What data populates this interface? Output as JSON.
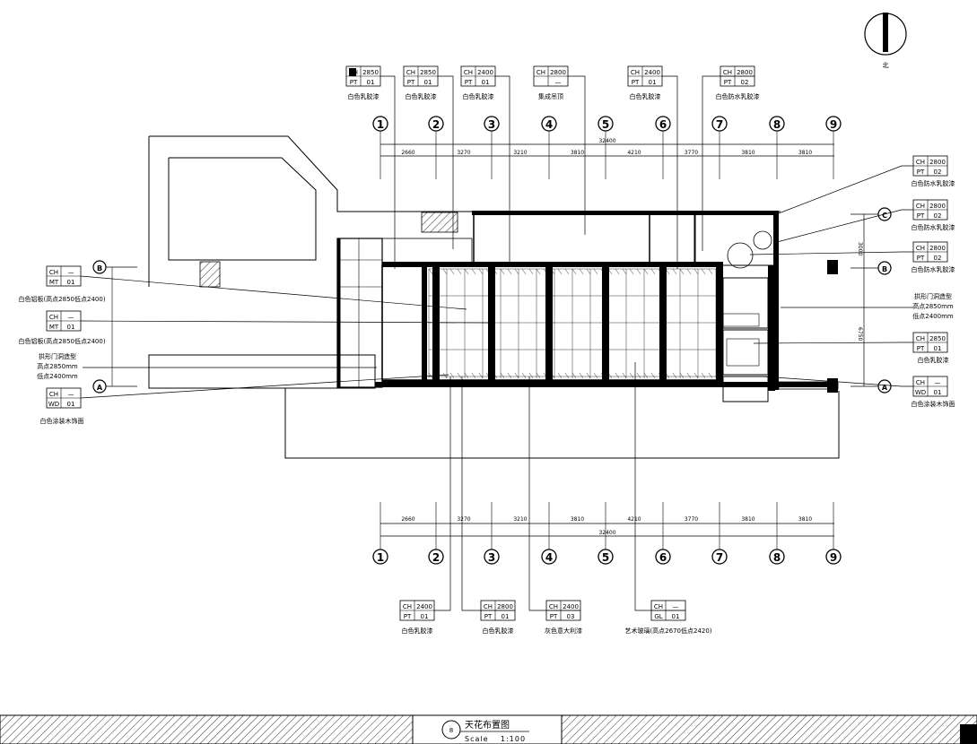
{
  "drawing": {
    "title": "天花布置图",
    "scale_label": "Scale",
    "scale_value": "1:100",
    "sheet_no": "8",
    "north_label": "北",
    "total_dim": "32400"
  },
  "axes_numbers": [
    "1",
    "2",
    "3",
    "4",
    "5",
    "6",
    "7",
    "8",
    "9"
  ],
  "top_dims": [
    "2660",
    "3270",
    "3210",
    "3810",
    "4210",
    "3770",
    "3810",
    "3810"
  ],
  "bottom_dims": [
    "2660",
    "3270",
    "3210",
    "3810",
    "4210",
    "3770",
    "3810",
    "3810"
  ],
  "axes_letters": {
    "upper": "B",
    "lower": "A",
    "right_b": "B",
    "right_a": "A",
    "right_c": "C"
  },
  "right_dim_upper": "3000",
  "right_dim_lower": "6750",
  "tags_top": [
    {
      "a": "CH",
      "b": "2850",
      "c": "PT",
      "d": "01",
      "label": "白色乳胶漆"
    },
    {
      "a": "CH",
      "b": "2850",
      "c": "PT",
      "d": "01",
      "label": "白色乳胶漆"
    },
    {
      "a": "CH",
      "b": "2400",
      "c": "PT",
      "d": "01",
      "label": "白色乳胶漆"
    },
    {
      "a": "CH",
      "b": "2800",
      "c": "",
      "d": "—",
      "label": "集成吊顶"
    },
    {
      "a": "CH",
      "b": "2400",
      "c": "PT",
      "d": "01",
      "label": "白色乳胶漆"
    },
    {
      "a": "CH",
      "b": "2800",
      "c": "PT",
      "d": "02",
      "label": "白色防水乳胶漆"
    }
  ],
  "tags_left": [
    {
      "a": "CH",
      "b": "—",
      "c": "MT",
      "d": "01",
      "label": "白色铝板(高点2850低点2400)"
    },
    {
      "a": "CH",
      "b": "—",
      "c": "MT",
      "d": "01",
      "label": "白色铝板(高点2850低点2400)"
    },
    {
      "a": "CH",
      "b": "—",
      "c": "WD",
      "d": "01",
      "label": "白色涂装木饰面"
    }
  ],
  "note_left": [
    "拱形门洞造型",
    "高点2850mm",
    "低点2400mm"
  ],
  "tags_right": [
    {
      "a": "CH",
      "b": "2800",
      "c": "PT",
      "d": "02",
      "label": "白色防水乳胶漆"
    },
    {
      "a": "CH",
      "b": "2800",
      "c": "PT",
      "d": "02",
      "label": "白色防水乳胶漆"
    },
    {
      "a": "CH",
      "b": "2800",
      "c": "PT",
      "d": "02",
      "label": "白色防水乳胶漆"
    },
    {
      "a": "CH",
      "b": "2850",
      "c": "PT",
      "d": "01",
      "label": "白色乳胶漆"
    },
    {
      "a": "CH",
      "b": "—",
      "c": "WD",
      "d": "01",
      "label": "白色涂装木饰面"
    }
  ],
  "note_right": [
    "拱形门洞造型",
    "高点2850mm",
    "低点2400mm"
  ],
  "tags_bottom": [
    {
      "a": "CH",
      "b": "2400",
      "c": "PT",
      "d": "01",
      "label": "白色乳胶漆"
    },
    {
      "a": "CH",
      "b": "2800",
      "c": "PT",
      "d": "01",
      "label": "白色乳胶漆"
    },
    {
      "a": "CH",
      "b": "2400",
      "c": "PT",
      "d": "03",
      "label": "灰色意大利漆"
    },
    {
      "a": "CH",
      "b": "—",
      "c": "GL",
      "d": "01",
      "label": "艺术玻璃(高点2670低点2420)"
    }
  ]
}
